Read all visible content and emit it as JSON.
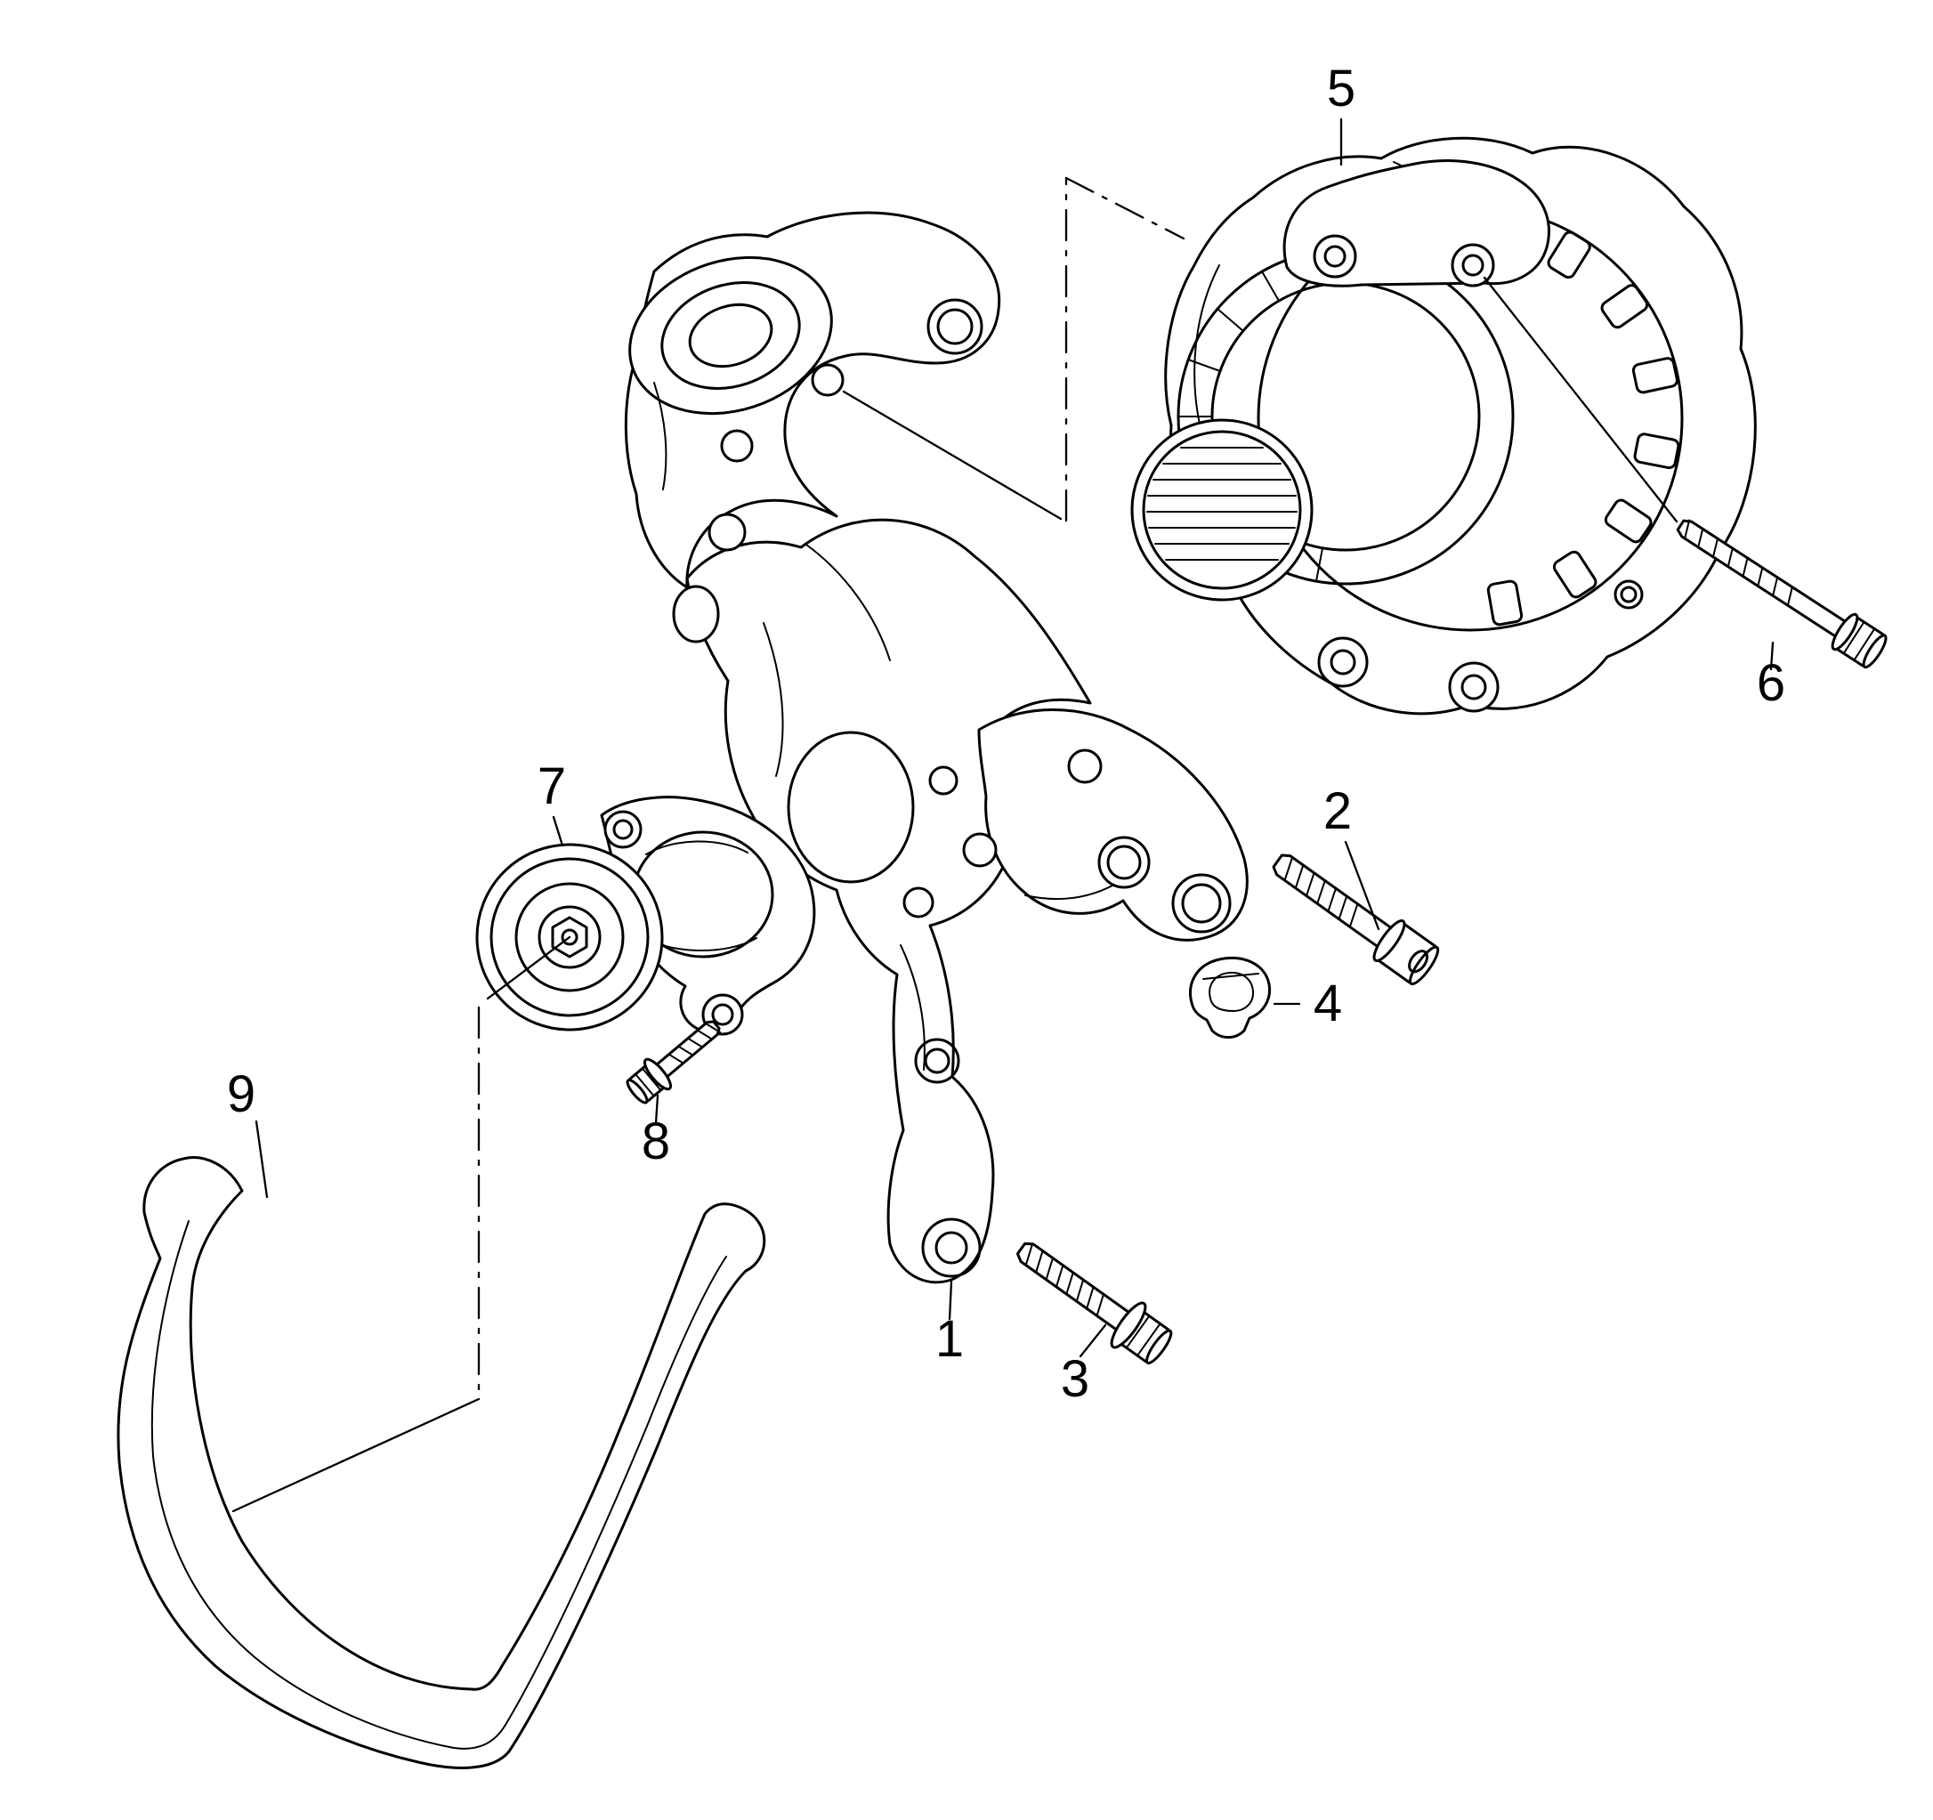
{
  "diagram": {
    "colors": {
      "background": "#ffffff",
      "line": "#000000"
    },
    "callouts": [
      {
        "label": "1"
      },
      {
        "label": "2"
      },
      {
        "label": "3"
      },
      {
        "label": "4"
      },
      {
        "label": "5"
      },
      {
        "label": "6"
      },
      {
        "label": "7"
      },
      {
        "label": "8"
      },
      {
        "label": "9"
      }
    ]
  }
}
